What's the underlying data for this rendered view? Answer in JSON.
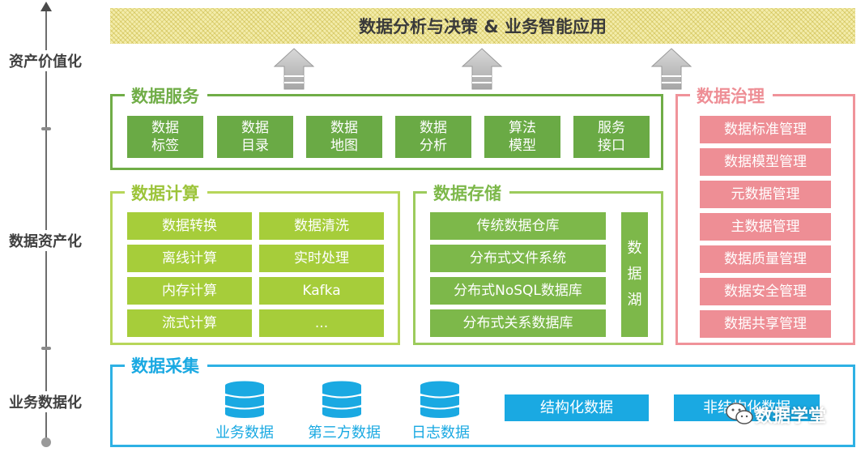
{
  "axis": {
    "top_label": "资产价值化",
    "mid_label": "数据资产化",
    "bottom_label": "业务数据化"
  },
  "banner": "数据分析与决策 & 业务智能应用",
  "service": {
    "title": "数据服务",
    "items": [
      "数据\n标签",
      "数据\n目录",
      "数据\n地图",
      "数据\n分析",
      "算法\n模型",
      "服务\n接口"
    ]
  },
  "governance": {
    "title": "数据治理",
    "items": [
      "数据标准管理",
      "数据模型管理",
      "元数据管理",
      "主数据管理",
      "数据质量管理",
      "数据安全管理",
      "数据共享管理"
    ]
  },
  "compute": {
    "title": "数据计算",
    "items": [
      "数据转换",
      "数据清洗",
      "离线计算",
      "实时处理",
      "内存计算",
      "Kafka",
      "流式计算",
      "..."
    ]
  },
  "storage": {
    "title": "数据存储",
    "items": [
      "传统数据仓库",
      "分布式文件系统",
      "分布式NoSQL数据库",
      "分布式关系数据库"
    ],
    "lake": [
      "数",
      "据",
      "湖"
    ]
  },
  "collect": {
    "title": "数据采集",
    "sources": [
      "业务数据",
      "第三方数据",
      "日志数据"
    ],
    "types": [
      "结构化数据",
      "非结构化数据"
    ]
  },
  "watermark": "数据学堂",
  "colors": {
    "dark_green": "#70ad47",
    "light_green": "#a6cd3a",
    "pink": "#ee8e95",
    "blue": "#1aa9e2",
    "banner": "#f3ecaa"
  },
  "icons": [
    "database-icon",
    "up-arrow-icon",
    "wechat-icon"
  ]
}
